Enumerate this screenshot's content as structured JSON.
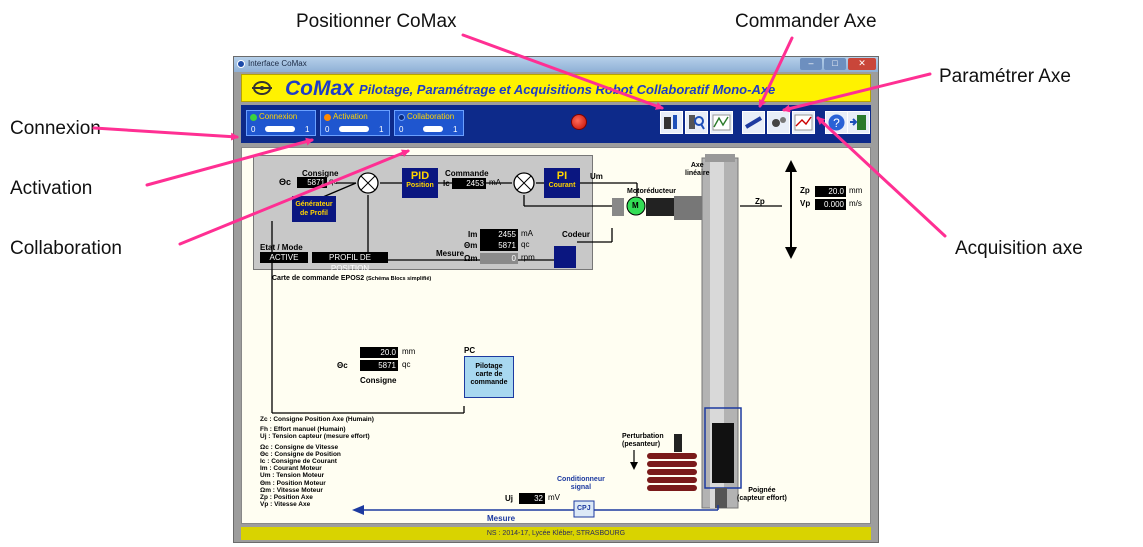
{
  "callouts": {
    "positionner": "Positionner CoMax",
    "commander": "Commander Axe",
    "parametrer": "Paramétrer Axe",
    "connexion": "Connexion",
    "activation": "Activation",
    "collaboration": "Collaboration",
    "acquisition": "Acquisition axe"
  },
  "window": {
    "title": "Interface CoMax",
    "app_name": "CoMax",
    "subtitle": "Pilotage, Paramétrage et Acquisitions Robot Collaboratif Mono-Axe",
    "status_bar": "NS : 2014-17, Lycée Kléber, STRASBOURG"
  },
  "modes": [
    {
      "label": "Connexion",
      "left": "0",
      "right": "1",
      "dot_color": "#3cd43c"
    },
    {
      "label": "Activation",
      "left": "0",
      "right": "1",
      "dot_color": "#ff8a00"
    },
    {
      "label": "Collaboration",
      "left": "0",
      "right": "1",
      "dot_color": "#0b2a7a"
    }
  ],
  "diagram": {
    "consigne_label": "Consigne",
    "theta_c_label": "Θc",
    "theta_c_value": "5871",
    "theta_c_unit": "qc",
    "pid_title": "PID",
    "pid_sub": "Position",
    "commande_label": "Commande",
    "ic_label": "Ic",
    "ic_value": "2453",
    "ic_unit": "mA",
    "pi_title": "PI",
    "pi_sub": "Courant",
    "um_label": "Um",
    "generator_line1": "Générateur",
    "generator_line2": "de Profil",
    "im_label": "Im",
    "im_value": "2455",
    "im_unit": "mA",
    "etat_label": "Etat / Mode",
    "etat_value": "ACTIVE",
    "mode_value": "PROFIL DE POSITION",
    "mesure_label": "Mesure",
    "theta_m_label": "Θm",
    "theta_m_value": "5871",
    "theta_m_unit": "qc",
    "omega_m_label": "Ωm",
    "omega_m_value": "0",
    "omega_m_unit": "rpm",
    "codeur_label": "Codeur",
    "card_caption": "Carte de commande EPOS2",
    "card_caption_small": "(Schéma Blocs simplifié)",
    "motor_label": "Motoréducteur",
    "motor_symbol": "M",
    "axis_label_1": "Axe",
    "axis_label_2": "linéaire",
    "zp_label": "Zp",
    "zp_value": "20.0",
    "zp_unit": "mm",
    "vp_label": "Vp",
    "vp_value": "0.000",
    "vp_unit": "m/s",
    "zp_arrow_label": "Zp",
    "pc_label": "PC",
    "pc_block_line1": "Pilotage",
    "pc_block_line2": "carte de",
    "pc_block_line3": "commande",
    "pc_mm_value": "20.0",
    "pc_mm_unit": "mm",
    "pc_theta_label": "Θc",
    "pc_theta_value": "5871",
    "pc_theta_unit": "qc",
    "pc_consigne_label": "Consigne",
    "perturbation_1": "Perturbation",
    "perturbation_2": "(pesanteur)",
    "poignee_1": "Poignée",
    "poignee_2": "(capteur effort)",
    "conditionneur_1": "Conditionneur",
    "conditionneur_2": "signal",
    "cpj": "CPJ",
    "uj_label": "Uj",
    "uj_value": "32",
    "uj_unit": "mV",
    "mesure_bottom": "Mesure"
  },
  "legend": [
    "Zc : Consigne Position Axe (Humain)",
    "",
    "Fh : Effort manuel (Humain)",
    "Uj : Tension capteur (mesure effort)",
    "",
    "Ωc : Consigne de Vitesse",
    "Θc : Consigne de Position",
    "Ic : Consigne de Courant",
    "Im : Courant Moteur",
    "Um : Tension Moteur",
    "Θm : Position Moteur",
    "Ωm : Vitesse Moteur",
    "Zp : Position Axe",
    "Vp : Vitesse Axe"
  ],
  "colors": {
    "arrow": "#ff2f93",
    "banner": "#fff200",
    "toolbar": "#0d2a8a",
    "block": "#0a1680",
    "pc_block": "#a8d8f0",
    "motor": "#33dd55"
  }
}
